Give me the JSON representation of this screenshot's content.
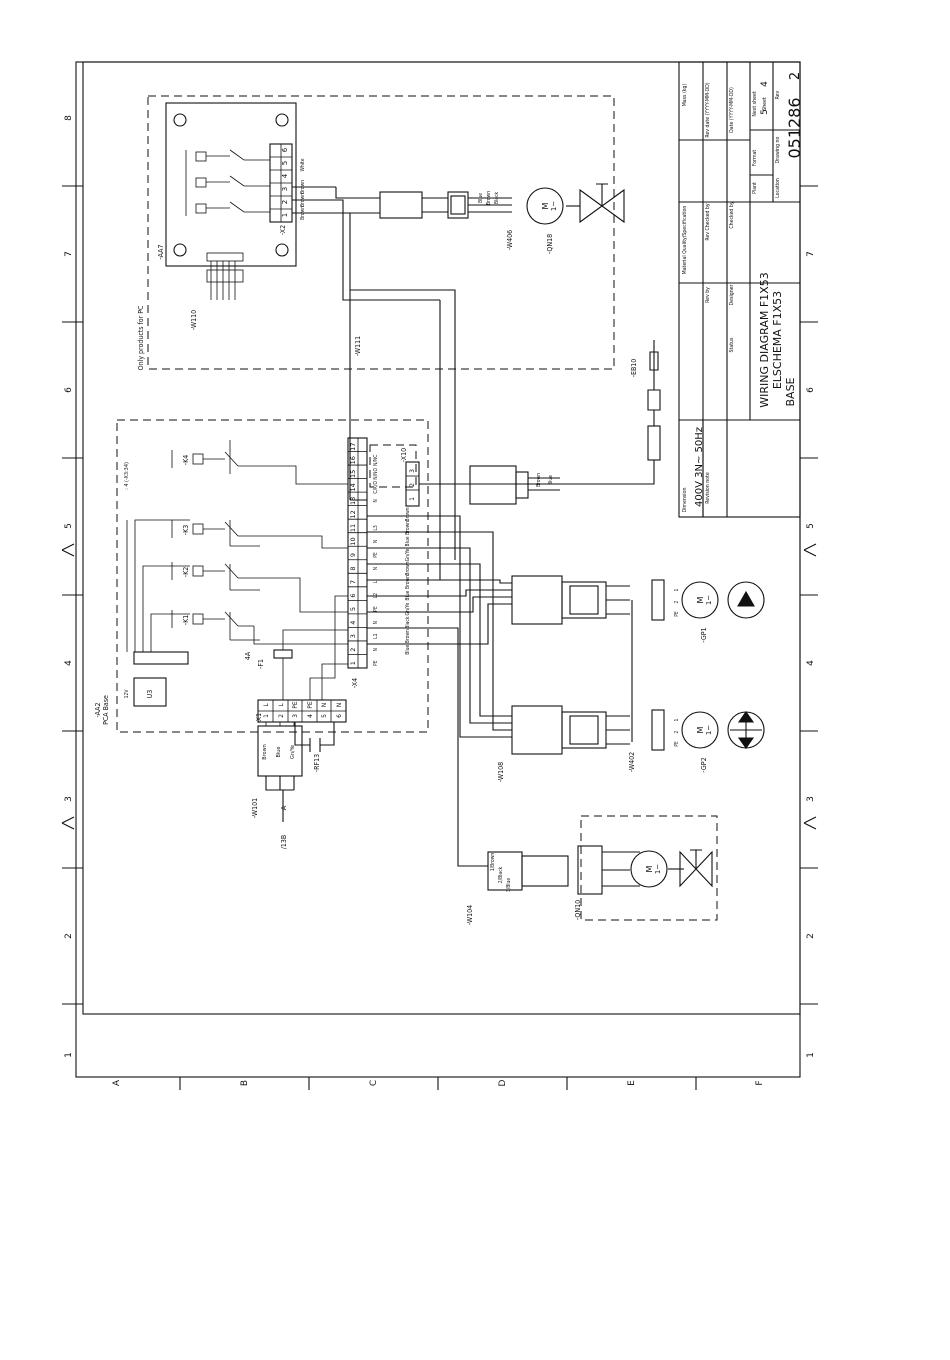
{
  "title_block": {
    "title_lines": [
      "WIRING DIAGRAM F1X53",
      "ELSCHEMA F1X53",
      "BASE"
    ],
    "drawing_no": "051286",
    "rev": "2",
    "sheet": "4",
    "next_sheet": "5",
    "field_labels": {
      "mass": "Mass (kg)",
      "rev_date": "Rev date (YYYY-MM-DD)",
      "date": "Date (YYYY-MM-DD)",
      "format": "Format",
      "plant": "Plant",
      "location": "Location",
      "drawing_no": "Drawing no",
      "rev": "Rev",
      "sheet": "Sheet",
      "next_sheet": "Next sheet",
      "material": "Material Quality/Specification",
      "rev_checked": "Rev Checked by",
      "checked": "Checked by",
      "rev_by": "Rev by",
      "designer": "Designer",
      "status": "Status",
      "dimension": "Dimension",
      "revision_note": "Revision note"
    },
    "supply": "400V 3N~ 50Hz"
  },
  "frame": {
    "columns": [
      "8",
      "7",
      "6",
      "5",
      "4",
      "3",
      "2",
      "1"
    ],
    "rows": [
      "A",
      "B",
      "C",
      "D",
      "E",
      "F"
    ]
  },
  "components": {
    "aa7": "-AA7",
    "aa7_note": "Only products for PC",
    "aa2": "-AA2",
    "aa2_sub": "PCA Base",
    "x1": "-X1",
    "x2": "-X2",
    "x4": "-X4",
    "x10": "-X10",
    "f1": "-F1",
    "f1_rating": "4A",
    "rf13": "-RF13",
    "qn18": "-QN18",
    "qn10": "-QN10",
    "gp1": "-GP1",
    "gp2": "-GP2",
    "eb10": "-EB10",
    "u3": "U3",
    "k1": "-K1",
    "k2": "-K2",
    "k3": "-K3",
    "k4": "-K4",
    "k4_note": ": 4 (-X3:34)"
  },
  "cables": {
    "w101": "-W101",
    "w101_ref": "/13B",
    "w101_ref2": "A",
    "w104": "-W104",
    "w108": "-W108",
    "w111": "-W111",
    "w110": "-W110",
    "w402": "-W402",
    "w406": "-W406"
  },
  "x1_terminals": [
    "L",
    "L",
    "PE",
    "PE",
    "N",
    "N"
  ],
  "x1_numbers": [
    "1",
    "2",
    "3",
    "4",
    "5",
    "6"
  ],
  "x1_wires": [
    "Brown",
    "Blue",
    "Gn/Ye"
  ],
  "x4_numbers": [
    "1",
    "2",
    "3",
    "4",
    "5",
    "6",
    "7",
    "8",
    "9",
    "10",
    "11",
    "12",
    "13",
    "14",
    "15",
    "16",
    "17"
  ],
  "x4_signals": [
    "PE",
    "N",
    "L1",
    "N",
    "PE",
    "L2",
    "L",
    "N",
    "PE",
    "N",
    "L3",
    "",
    "N",
    "C/K/O",
    "N/NO",
    "N/NC",
    ""
  ],
  "x4_wires": [
    "",
    "Blue",
    "Brown",
    "Black",
    "Gn/Ye",
    "Blue",
    "Brown",
    "Brown",
    "Gn/Ye",
    "Blue",
    "Brown",
    "Brown",
    "",
    "",
    "",
    "",
    ""
  ],
  "x2_numbers": [
    "1",
    "2",
    "3",
    "4",
    "5",
    "6"
  ],
  "x2_wires": [
    "Brown",
    "Brown",
    "Brown",
    "White"
  ],
  "qn18_wires": [
    "Blue",
    "Brown",
    "Black"
  ],
  "qn10_wires": [
    "1/Brown",
    "2/Black",
    "3/Blue"
  ],
  "eb10_wires": [
    "Brown",
    "Blue"
  ],
  "wire_pin_labels": [
    "1",
    "2",
    "PE"
  ],
  "motor": {
    "m": "M",
    "ac": "1~"
  },
  "voltage": "12V"
}
